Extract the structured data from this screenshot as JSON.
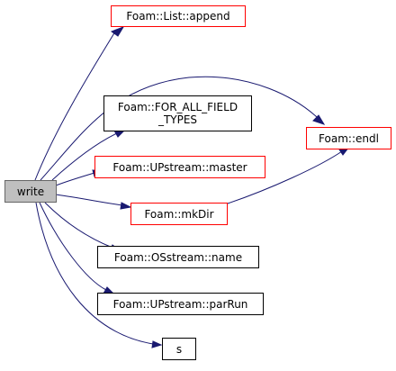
{
  "nodes": {
    "write": {
      "label": "write"
    },
    "append": {
      "label": "Foam::List::append"
    },
    "for_all": {
      "line1": "Foam::FOR_ALL_FIELD",
      "line2": "_TYPES"
    },
    "master": {
      "label": "Foam::UPstream::master"
    },
    "mkdir": {
      "label": "Foam::mkDir"
    },
    "name": {
      "label": "Foam::OSstream::name"
    },
    "parrun": {
      "label": "Foam::UPstream::parRun"
    },
    "s": {
      "label": "s"
    },
    "endl": {
      "label": "Foam::endl"
    }
  },
  "colors": {
    "edge": "#191970",
    "linked_border": "#ff0000",
    "plain_border": "#000000",
    "root_fill": "#bfbfbf"
  }
}
